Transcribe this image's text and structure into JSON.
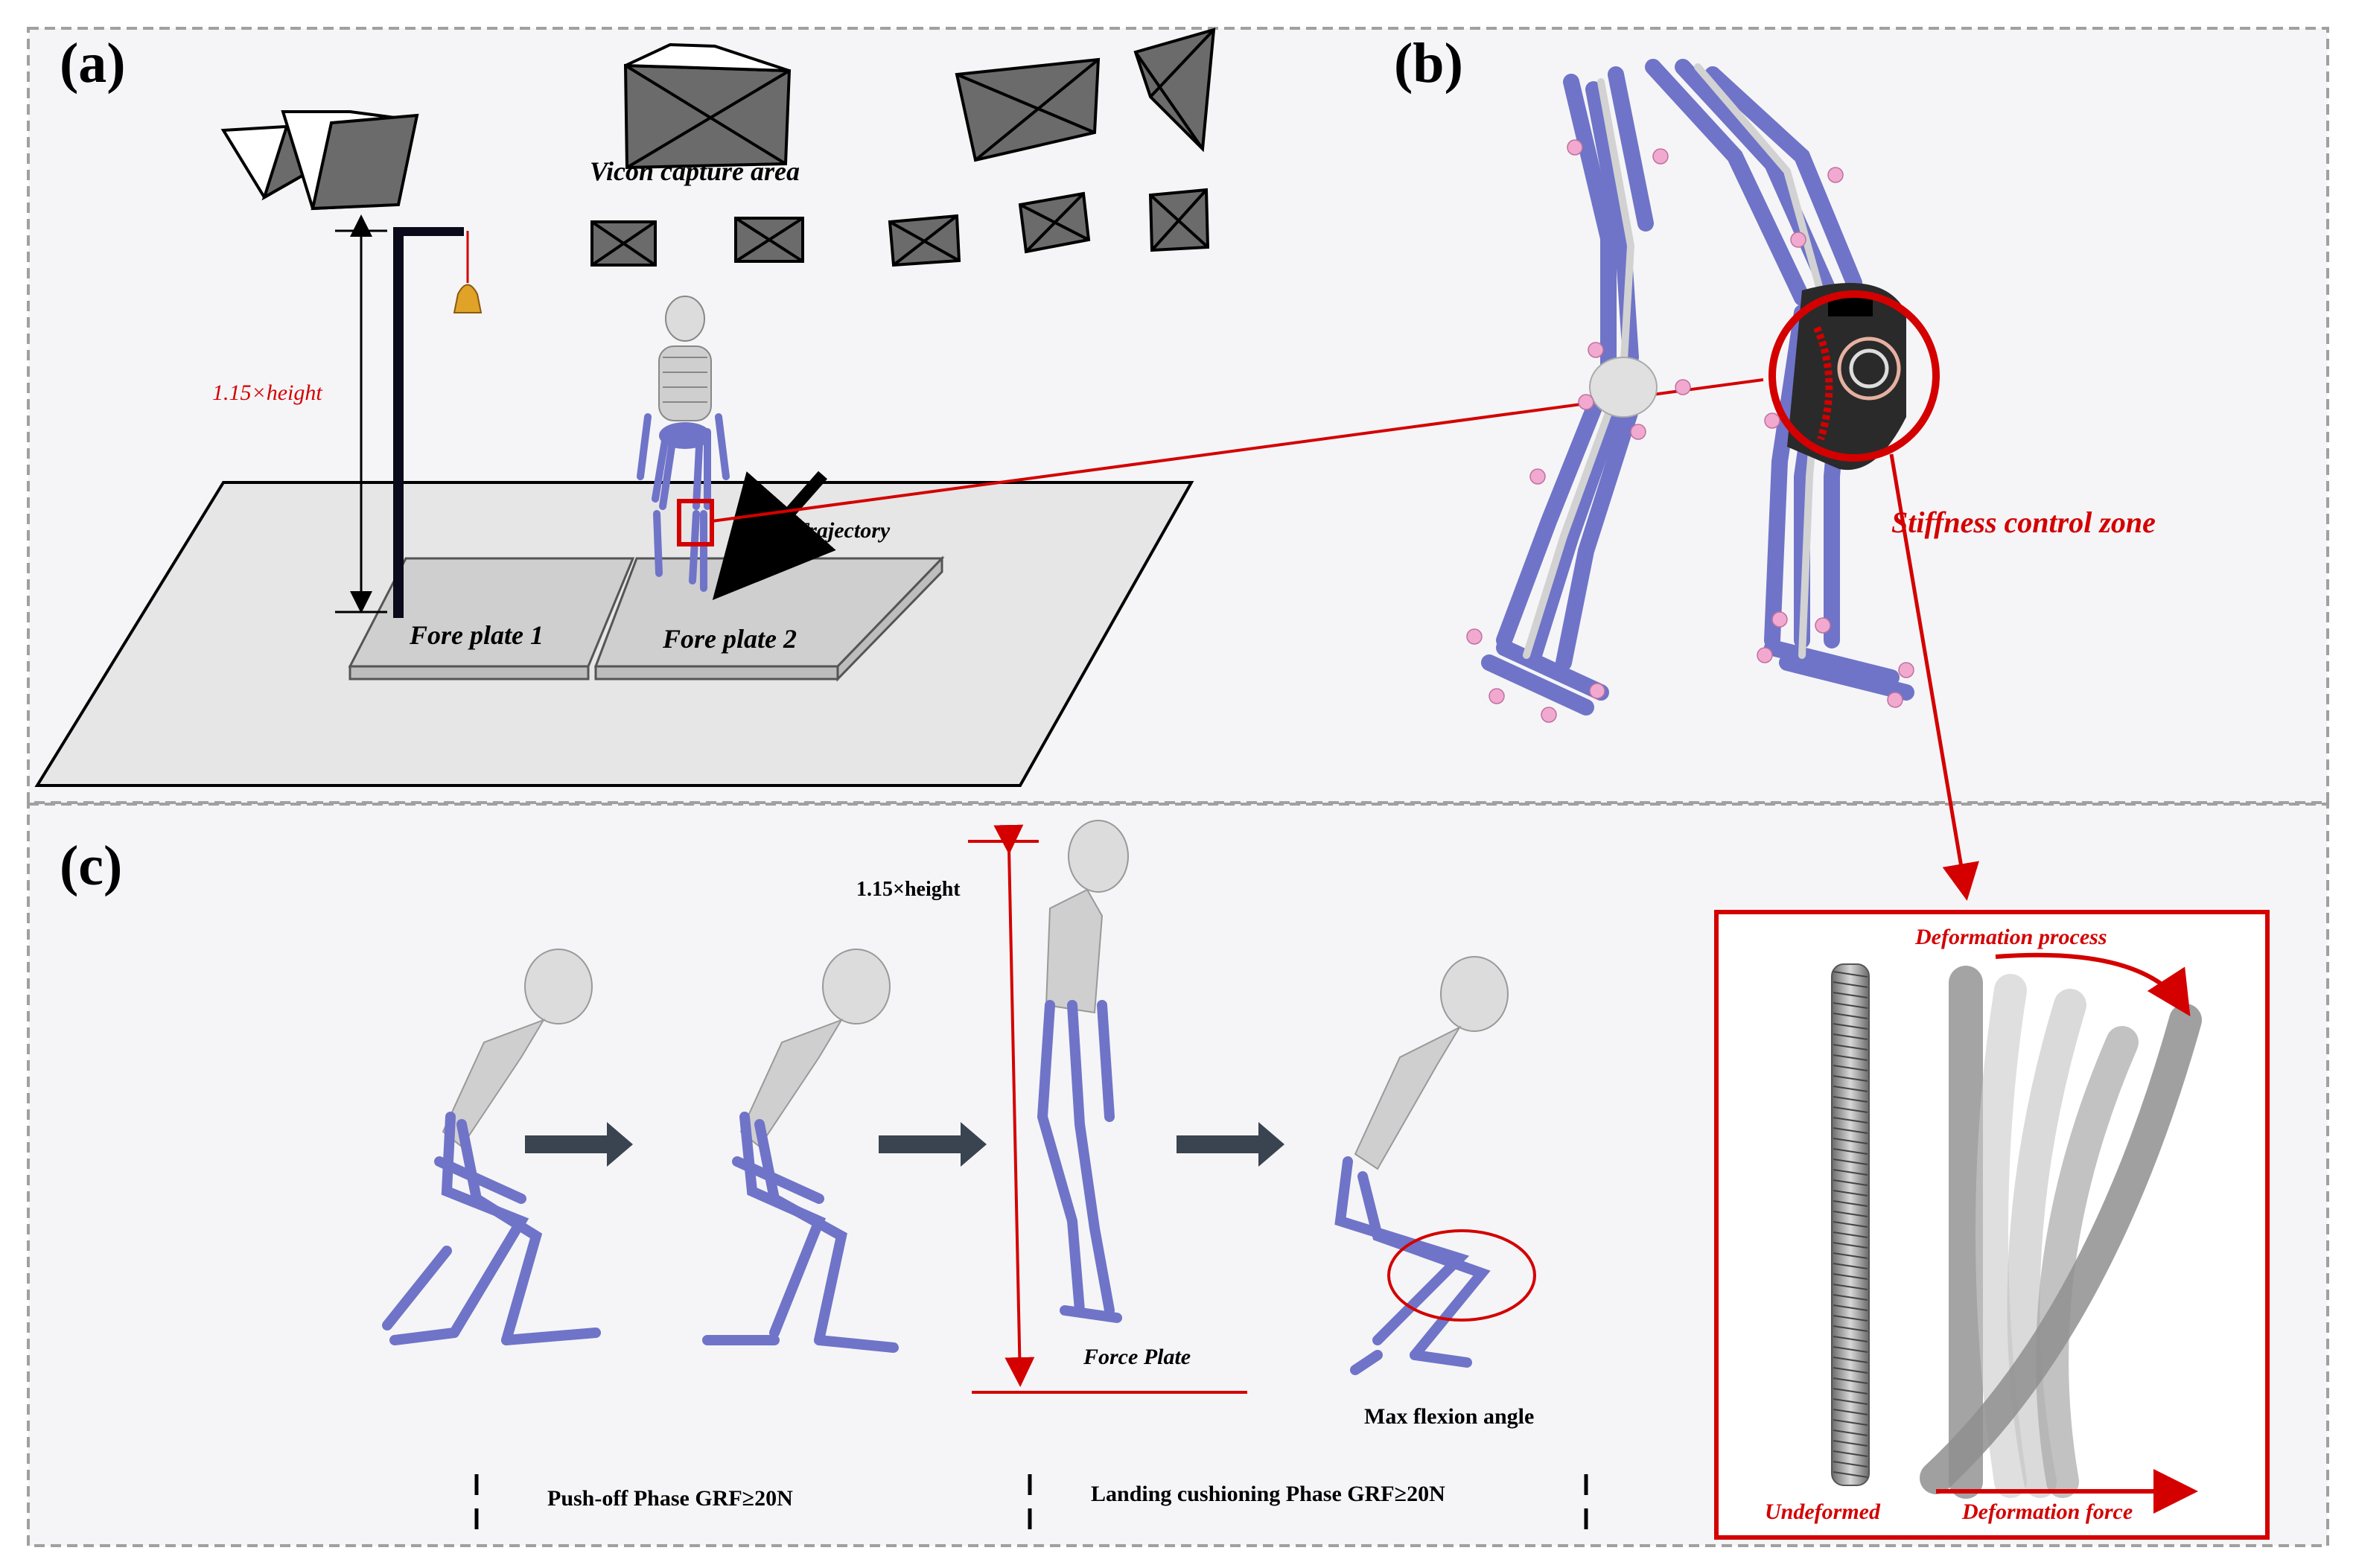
{
  "colors": {
    "panel_background": "#f5f5f7",
    "panel_border": "#a0a0a0",
    "accent_red": "#d40000",
    "muscle_blue": "#6f74c8",
    "camera_fill": "#6b6b6b",
    "floor_fill": "#e6e6e6",
    "plate_fill": "#cfcfcf",
    "marker_pink": "#f2a9cf"
  },
  "panel_a": {
    "label": "(a)",
    "capture_area_label": "Vicon capture area",
    "height_label": "1.15×height",
    "trajectory_label": "Trajectory",
    "plate1_label": "Fore plate 1",
    "plate2_label": "Fore plate 2",
    "icons": [
      "camera-icon",
      "bell-icon",
      "skeleton-figure"
    ]
  },
  "panel_b": {
    "label": "(b)",
    "zone_label": "Stiffness control zone",
    "icons": [
      "knee-closeup",
      "knee-device-icon"
    ]
  },
  "panel_c": {
    "label": "(c)",
    "height_label": "1.15×height",
    "force_plate_label": "Force Plate",
    "max_flexion_label": "Max flexion angle",
    "pushoff_phase_label": "Push-off Phase GRF≥20N",
    "landing_phase_label": "Landing cushioning Phase GRF≥20N",
    "deformation_process_label": "Deformation process",
    "undeformed_label": "Undeformed",
    "deformation_force_label": "Deformation force",
    "icons": [
      "squat-figure",
      "jump-figure",
      "spring-rod"
    ]
  }
}
